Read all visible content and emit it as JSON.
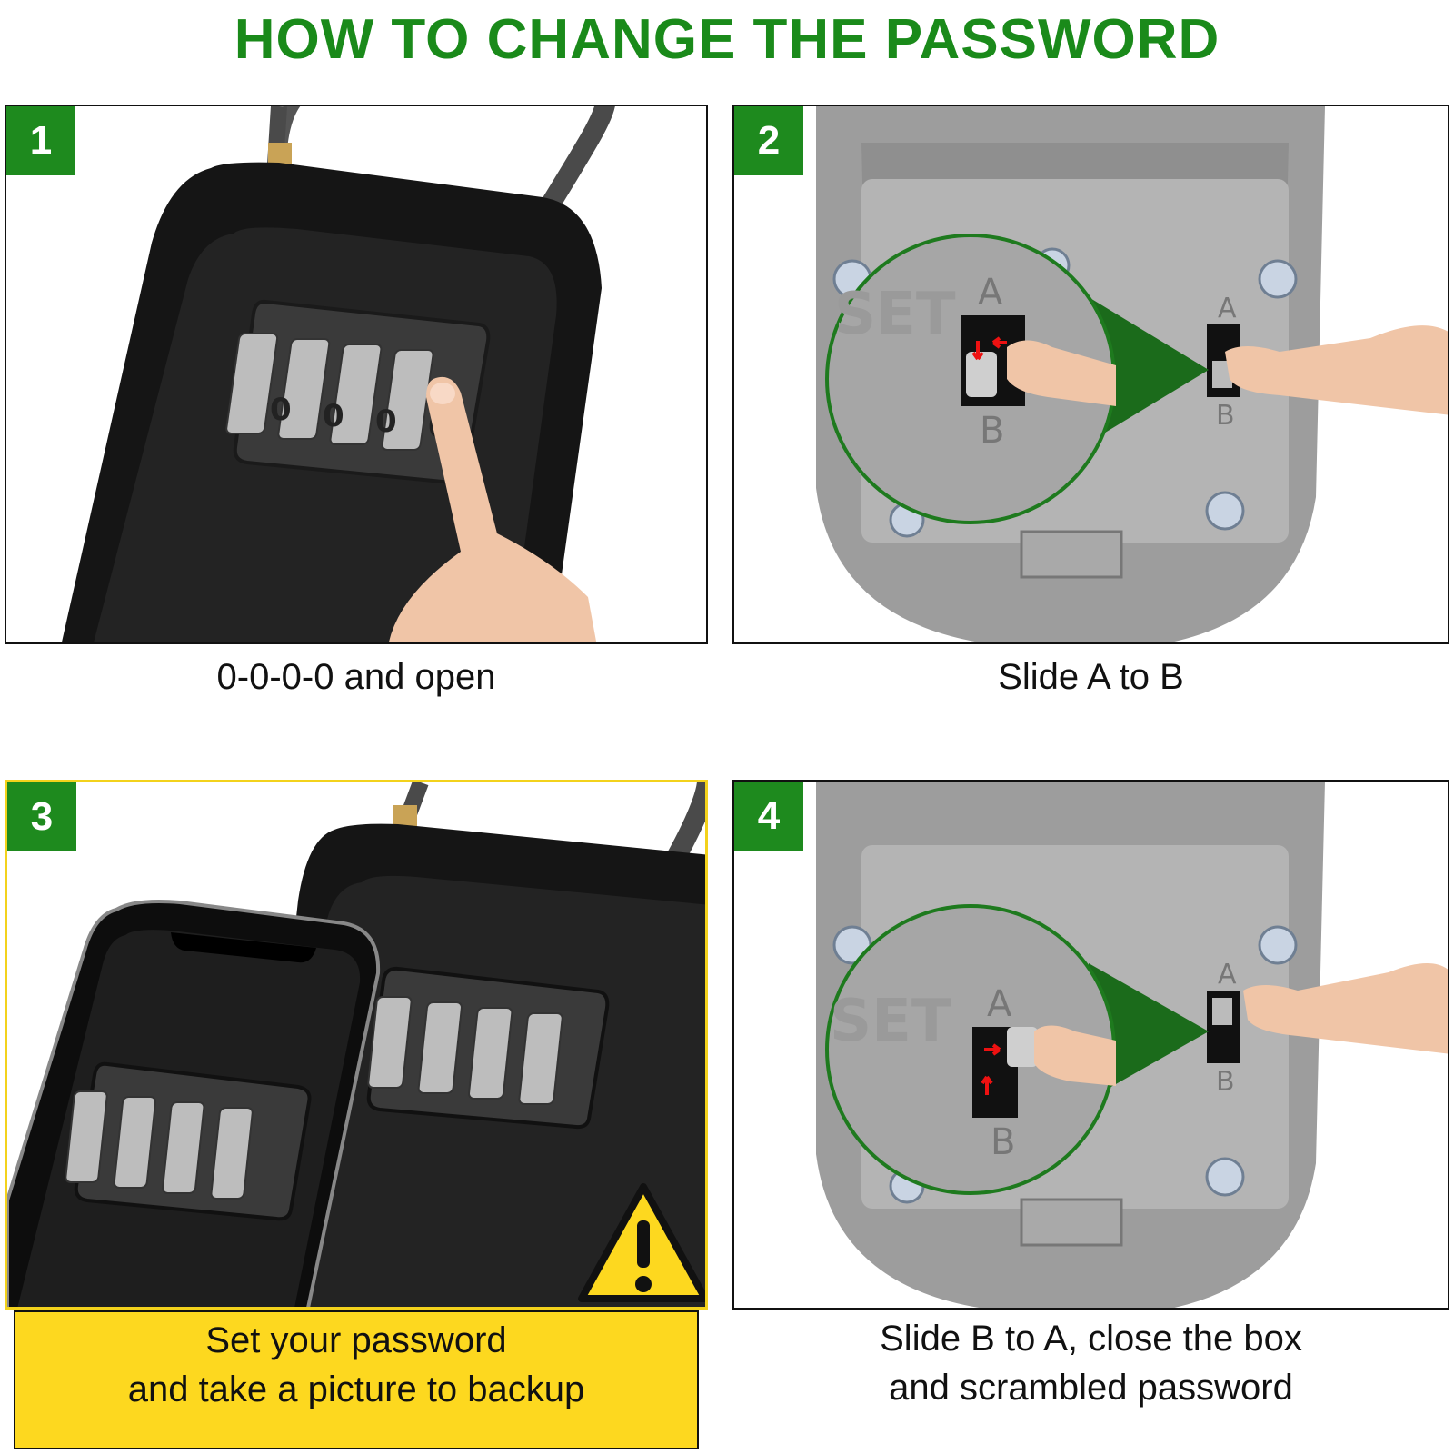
{
  "title": "HOW TO CHANGE THE PASSWORD",
  "colors": {
    "accent_green": "#1e8a1e",
    "title_green": "#1a8a1a",
    "highlight_yellow": "#fdd81f"
  },
  "steps": [
    {
      "number": "1",
      "caption_lines": [
        "0-0-0-0 and open"
      ],
      "dial_digits": [
        "0",
        "0",
        "0",
        "0"
      ]
    },
    {
      "number": "2",
      "caption_lines": [
        "Slide A to B"
      ],
      "labels": {
        "set": "SET",
        "a": "A",
        "b": "B"
      }
    },
    {
      "number": "3",
      "caption_lines": [
        "Set your password",
        "and take a picture to  backup"
      ],
      "warning_icon": "warning-triangle-icon"
    },
    {
      "number": "4",
      "caption_lines": [
        "Slide B to A, close the box",
        "and scrambled password"
      ],
      "labels": {
        "set": "SET",
        "a": "A",
        "b": "B"
      }
    }
  ]
}
